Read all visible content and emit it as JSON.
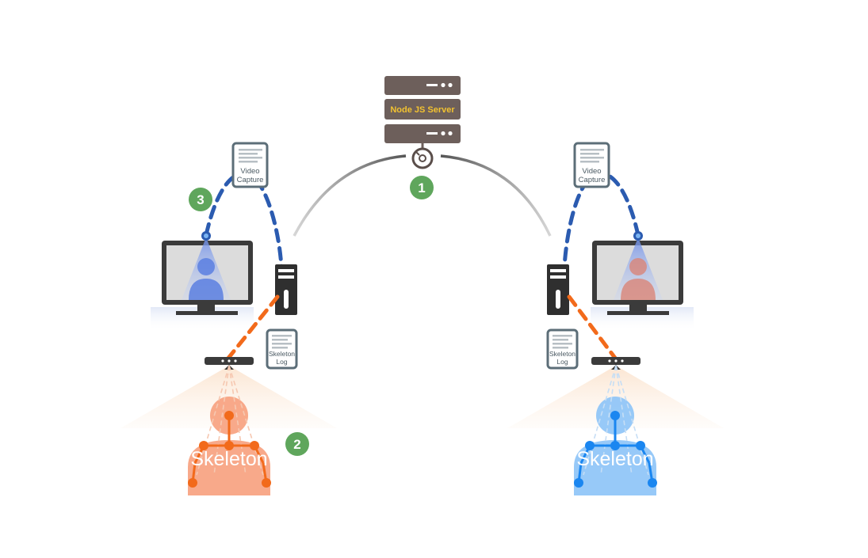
{
  "server": {
    "label": "Node JS Server"
  },
  "badges": {
    "one": "1",
    "two": "2",
    "three": "3"
  },
  "documents": {
    "video_capture_left": {
      "line1": "Video",
      "line2": "Capture"
    },
    "video_capture_right": {
      "line1": "Video",
      "line2": "Capture"
    },
    "skeleton_log_left": {
      "line1": "Skeleton",
      "line2": "Log"
    },
    "skeleton_log_right": {
      "line1": "Skeleton",
      "line2": "Log"
    }
  },
  "users": {
    "left": {
      "label": "Skeleton"
    },
    "right": {
      "label": "Skeleton"
    }
  },
  "colors": {
    "server": "#6d5f5b",
    "video_link": "#2b5bb0",
    "skeleton_link_left": "#f26a1b",
    "skeleton_link_right": "#f26a1b",
    "skeleton_left": "#f26a1b",
    "skeleton_right": "#1a86f0",
    "badge": "#5fa65c",
    "document_border": "#5c6e78",
    "monitor": "#3b3b3b"
  }
}
